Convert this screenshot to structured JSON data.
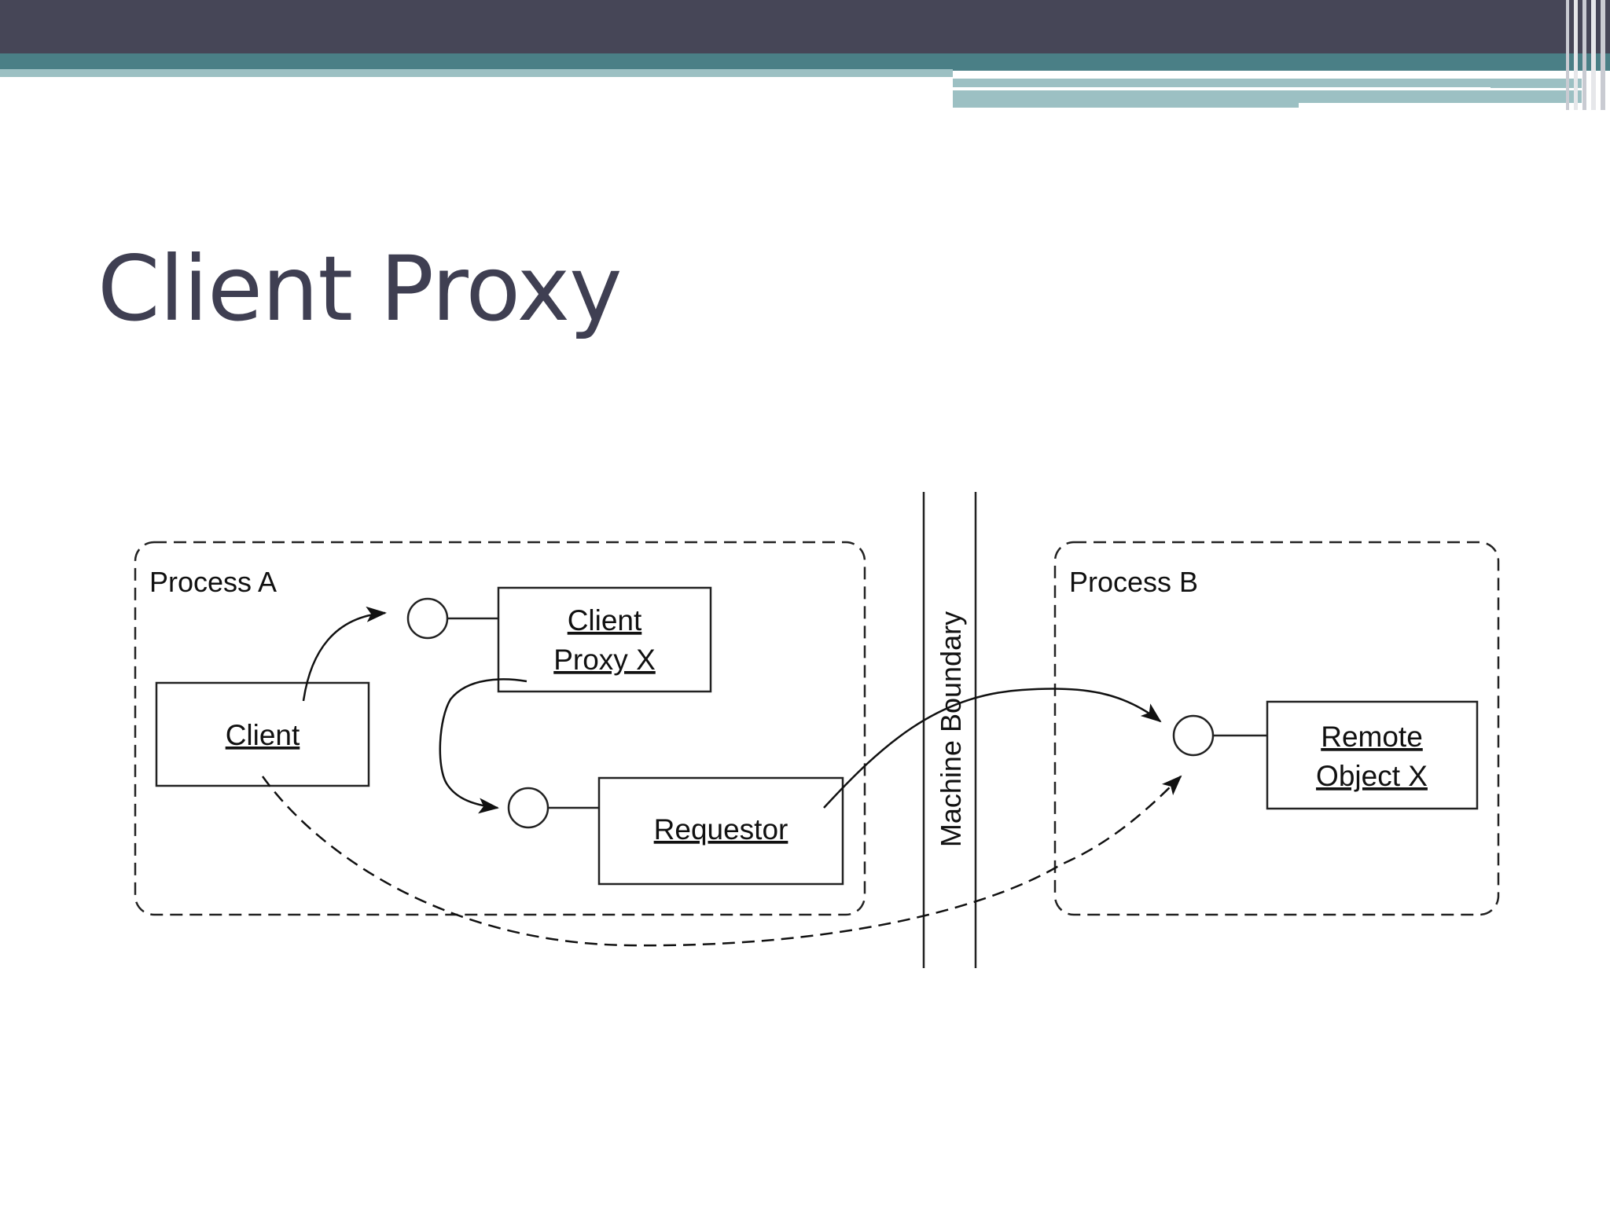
{
  "slide": {
    "title": "Client Proxy",
    "colors": {
      "header_dark": "#464657",
      "header_teal": "#4a7f86",
      "header_light_teal": "#9cc0c3",
      "title_text": "#3f3f52"
    }
  },
  "diagram": {
    "process_a": {
      "label": "Process A"
    },
    "process_b": {
      "label": "Process B"
    },
    "machine_boundary": {
      "label": "Machine Boundary"
    },
    "client": {
      "label": "Client"
    },
    "client_proxy": {
      "line1": "Client",
      "line2": "Proxy X"
    },
    "requestor": {
      "label": "Requestor"
    },
    "remote_object": {
      "line1": "Remote",
      "line2": "Object X"
    }
  }
}
